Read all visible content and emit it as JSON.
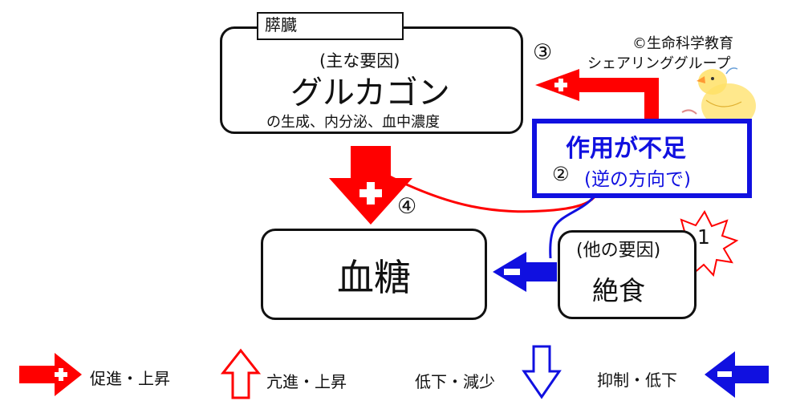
{
  "pancreas": {
    "tab_label": "膵臓",
    "sub_label": "(主な要因)",
    "hormone": "グルカゴン",
    "description": "の生成、内分泌、血中濃度"
  },
  "deficiency": {
    "title": "作用が不足",
    "subtitle": "(逆の方向で)",
    "number": "②",
    "color": "#1010e0"
  },
  "blood_sugar": {
    "label": "血糖"
  },
  "other_factor": {
    "sub_label": "(他の要因)",
    "label": "絶食",
    "number": "1"
  },
  "step_numbers": {
    "three": "③",
    "four": "④"
  },
  "credit": {
    "line1": "©生命科学教育",
    "line2": "シェアリンググループ"
  },
  "legend": {
    "promote_label": "促進・上昇",
    "enhance_label": "亢進・上昇",
    "decrease_label": "低下・減少",
    "inhibit_label": "抑制・低下"
  },
  "colors": {
    "red": "#ff0000",
    "blue": "#1010e0"
  },
  "icons": [
    "plus-icon",
    "minus-icon",
    "up-arrow-icon",
    "down-arrow-icon",
    "starburst-icon",
    "chick-illustration"
  ]
}
